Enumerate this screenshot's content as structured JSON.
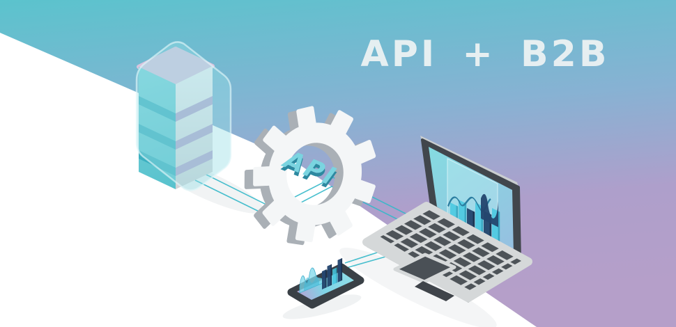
{
  "banner": {
    "headline": "API + B2B"
  },
  "gear": {
    "label": "API"
  },
  "palette": {
    "background_top": "#5bc3cd",
    "background_mid_blue": "#87b2d3",
    "background_bottom_purple": "#b59fc9",
    "band_white": "#ffffff",
    "line_teal": "#35b9c9",
    "server_front_teal": "#5fc6d1",
    "server_side_gray": "#e9eaec",
    "server_top_pink": "#d9c4de",
    "server_stripe_teal": "#39aebf",
    "server_stripe_lavender": "#b2a0cc",
    "glass_teal": "#97dee5",
    "gear_face": "#eef0f2",
    "gear_side": "#aab0b6",
    "laptop_bezel": "#41464c",
    "laptop_deck": "#d5d8d9",
    "laptop_keys": "#4d5358",
    "screen_cyan": "#86dae1",
    "phone_body": "#3a4046",
    "bar_teal": "#45c8e0",
    "bar_teal_side": "#2aa0bc",
    "bar_navy": "#24466e",
    "bar_navy_side": "#162f4d"
  },
  "illustration": {
    "elements": [
      "server-tower",
      "api-gear",
      "laptop",
      "smartphone",
      "connection-lines"
    ]
  },
  "chart_data": [
    {
      "type": "bar",
      "location": "laptop-screen",
      "values": [
        26,
        36,
        30,
        44,
        38,
        48
      ],
      "colors": [
        "teal",
        "teal",
        "navy",
        "teal",
        "navy",
        "teal"
      ],
      "line_overlay": true,
      "title": "",
      "xlabel": "",
      "ylabel": ""
    },
    {
      "type": "bar",
      "location": "phone-screen",
      "values": [
        26,
        30,
        22,
        32
      ],
      "colors": [
        "navy",
        "navy",
        "teal",
        "navy"
      ],
      "area_overlay": true,
      "title": "",
      "xlabel": "",
      "ylabel": ""
    }
  ]
}
